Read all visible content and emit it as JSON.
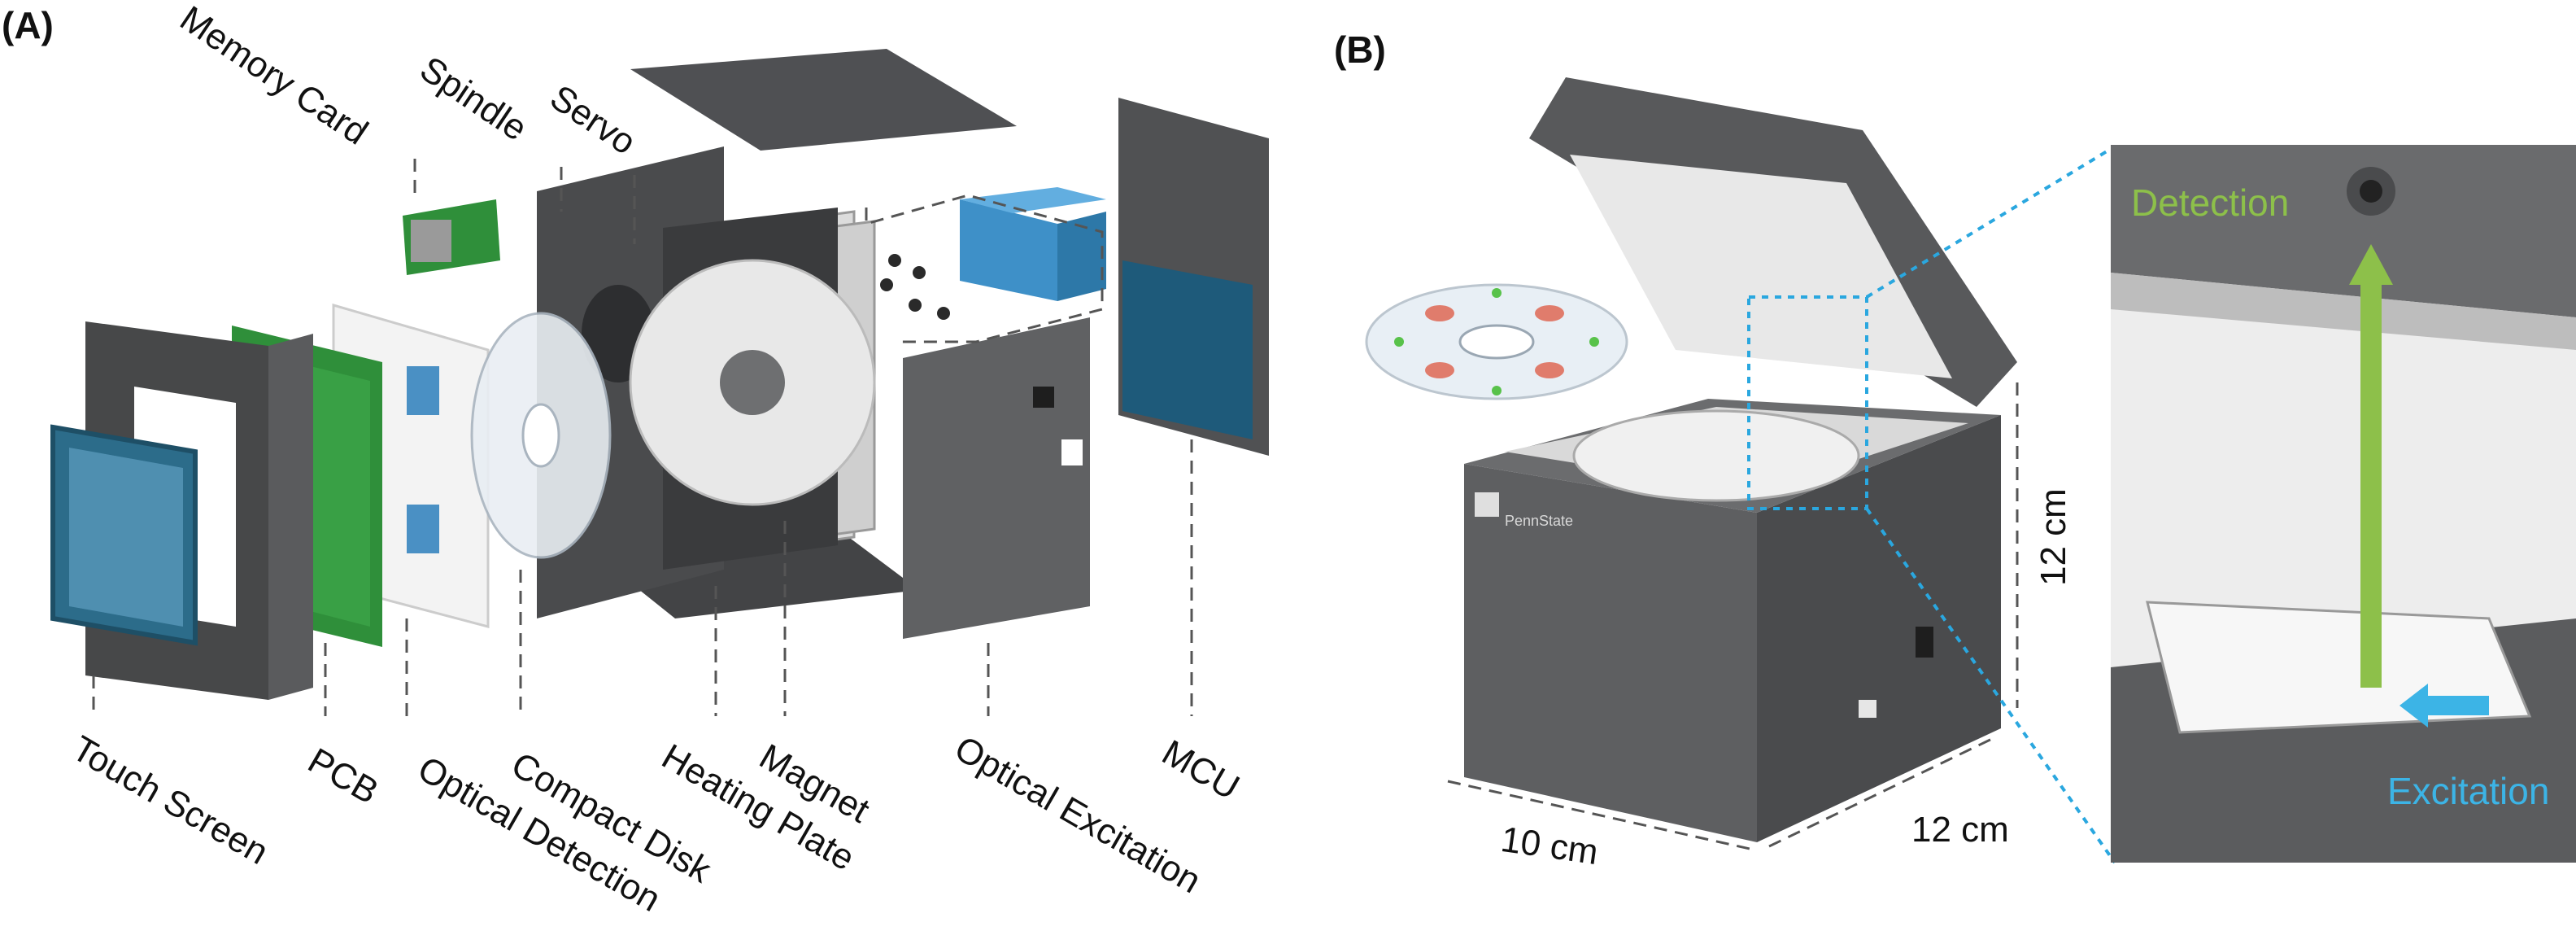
{
  "panels": {
    "a": {
      "letter": "(A)"
    },
    "b": {
      "letter": "(B)"
    }
  },
  "components_top": {
    "memory_card": "Memory Card",
    "spindle": "Spindle",
    "servo": "Servo"
  },
  "components_bottom": {
    "touch_screen": "Touch Screen",
    "pcb": "PCB",
    "optical_detection": "Optical Detection",
    "compact_disk": "Compact Disk",
    "heating_plate": "Heating Plate",
    "magnet": "Magnet",
    "optical_excitation": "Optical Excitation",
    "mcu": "MCU"
  },
  "dimensions": {
    "width": "10 cm",
    "depth": "12 cm",
    "height": "12 cm"
  },
  "inset": {
    "detection": "Detection",
    "excitation": "Excitation"
  },
  "device_logo_text": "PennState",
  "colors": {
    "detection_arrow": "#8DC04A",
    "excitation_arrow": "#3CB4E6",
    "zoom_lines": "#2AA7DF",
    "housing": "#5B5C5E",
    "pcb_green": "#2F8F3A",
    "blue_block": "#3E90C8"
  }
}
